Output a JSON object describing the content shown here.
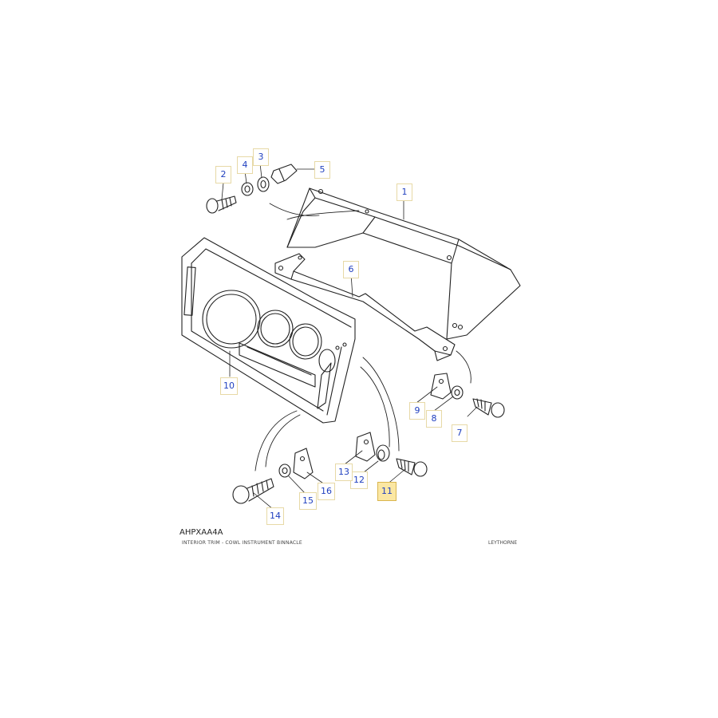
{
  "diagram": {
    "code": "AHPXAA4A",
    "title": "INTERIOR TRIM - COWL INSTRUMENT BINNACLE",
    "site": "LEYTHORNE",
    "selected_part": "11",
    "callouts": [
      {
        "id": "c1",
        "label": "1"
      },
      {
        "id": "c2",
        "label": "2"
      },
      {
        "id": "c3",
        "label": "3"
      },
      {
        "id": "c4",
        "label": "4"
      },
      {
        "id": "c5",
        "label": "5"
      },
      {
        "id": "c6",
        "label": "6"
      },
      {
        "id": "c7",
        "label": "7"
      },
      {
        "id": "c8",
        "label": "8"
      },
      {
        "id": "c9",
        "label": "9"
      },
      {
        "id": "c10",
        "label": "10"
      },
      {
        "id": "c11",
        "label": "11"
      },
      {
        "id": "c12",
        "label": "12"
      },
      {
        "id": "c13",
        "label": "13"
      },
      {
        "id": "c14",
        "label": "14"
      },
      {
        "id": "c15",
        "label": "15"
      },
      {
        "id": "c16",
        "label": "16"
      }
    ]
  }
}
